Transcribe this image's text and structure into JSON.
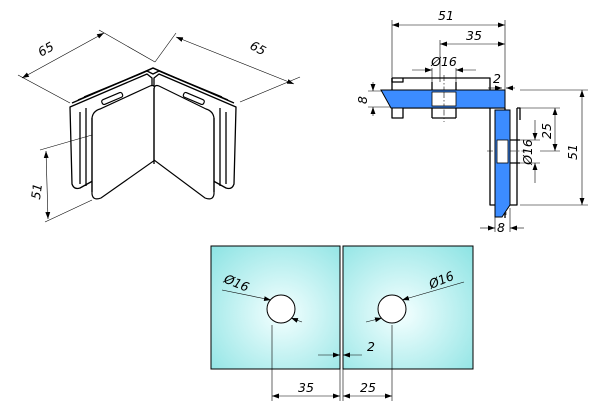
{
  "views": {
    "isometric": {
      "width_left": "65",
      "width_right": "65",
      "height": "51"
    },
    "section": {
      "overall_width": "51",
      "hole_offset": "35",
      "hole_diameter_top": "Ø16",
      "gap": "2",
      "thickness_left": "8",
      "hole_offset_vertical": "25",
      "hole_diameter_side": "Ø16",
      "overall_height": "51",
      "thickness_bottom": "8"
    },
    "glass_panels": {
      "hole_diameter_left": "Ø16",
      "hole_diameter_right": "Ø16",
      "gap": "2",
      "hole_offset_left": "35",
      "hole_offset_right": "25"
    }
  },
  "colors": {
    "glass_highlight": "#3c8cff",
    "glass_panel_edge": "#8fe4e4",
    "glass_panel_center": "#f4ffff",
    "line": "#000000"
  }
}
